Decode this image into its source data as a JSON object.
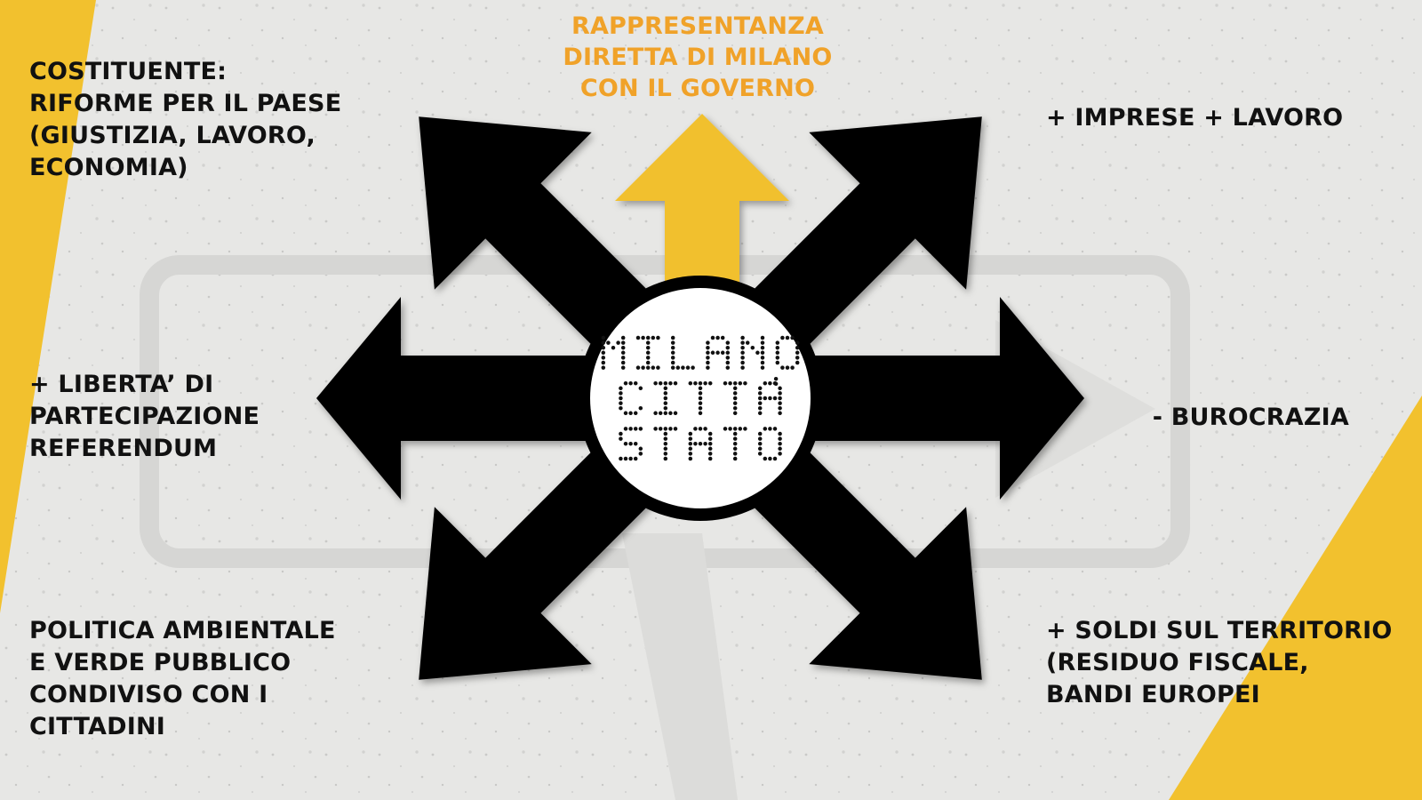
{
  "colors": {
    "accent_yellow": "#f2c12e",
    "arrow_up": "#f1c02d",
    "arrow_dark": "#000000",
    "highlight_text": "#f0a229",
    "text": "#111111"
  },
  "center": {
    "logo_lines": [
      "MILANO",
      "CITTA'",
      "STATO"
    ]
  },
  "labels": {
    "top_center": [
      "RAPPRESENTANZA",
      "DIRETTA DI MILANO",
      "CON IL GOVERNO"
    ],
    "top_left": [
      "COSTITUENTE:",
      "RIFORME PER IL PAESE",
      "(GIUSTIZIA, LAVORO,",
      "ECONOMIA)"
    ],
    "mid_left": [
      "+ LIBERTA’ DI",
      "PARTECIPAZIONE",
      "REFERENDUM"
    ],
    "bottom_left": [
      "POLITICA AMBIENTALE",
      "E VERDE PUBBLICO",
      "CONDIVISO CON I",
      "CITTADINI"
    ],
    "top_right": [
      "+ IMPRESE + LAVORO"
    ],
    "mid_right": [
      "- BUROCRAZIA"
    ],
    "bottom_right": [
      "+ SOLDI SUL TERRITORIO",
      "(RESIDUO FISCALE,",
      "BANDI EUROPEI"
    ]
  }
}
